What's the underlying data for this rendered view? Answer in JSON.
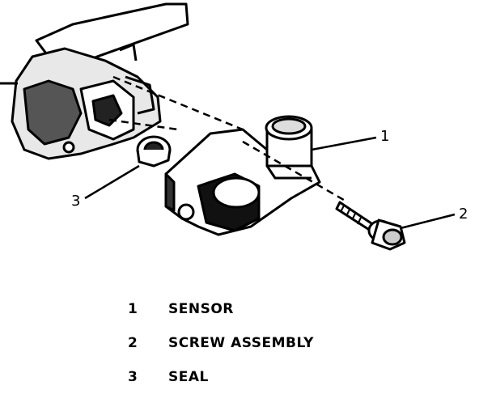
{
  "callouts": {
    "c1": "1",
    "c2": "2",
    "c3": "3"
  },
  "legend": [
    {
      "number": "1",
      "label": "SENSOR"
    },
    {
      "number": "2",
      "label": "SCREW ASSEMBLY"
    },
    {
      "number": "3",
      "label": "SEAL"
    }
  ]
}
